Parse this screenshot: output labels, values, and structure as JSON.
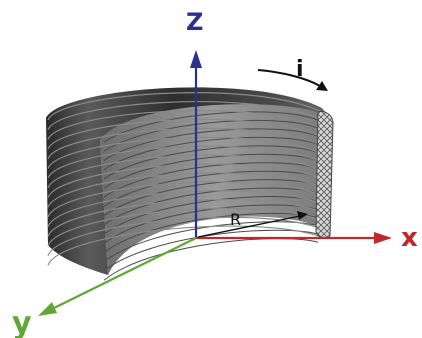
{
  "labels": {
    "z_axis": "Z",
    "x_axis": "x",
    "y_axis": "y",
    "current": "i",
    "radius": "R"
  },
  "colors": {
    "z_axis": "#2b2f8f",
    "x_axis": "#c0282d",
    "y_axis": "#5fa832",
    "coil": "#3a3a3a",
    "coil_highlight": "#8c8c8c",
    "current_arrow": "#111111"
  }
}
